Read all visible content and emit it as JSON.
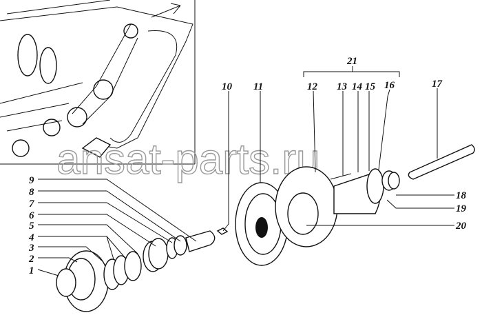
{
  "diagram": {
    "watermark": "ansat-parts.ru",
    "callouts": {
      "c1": "1",
      "c2": "2",
      "c3": "3",
      "c4": "4",
      "c5": "5",
      "c6": "6",
      "c7": "7",
      "c8": "8",
      "c9": "9",
      "c10": "10",
      "c11": "11",
      "c12": "12",
      "c13": "13",
      "c14": "14",
      "c15": "15",
      "c16": "16",
      "c17": "17",
      "c18": "18",
      "c19": "19",
      "c20": "20",
      "c21": "21"
    }
  }
}
